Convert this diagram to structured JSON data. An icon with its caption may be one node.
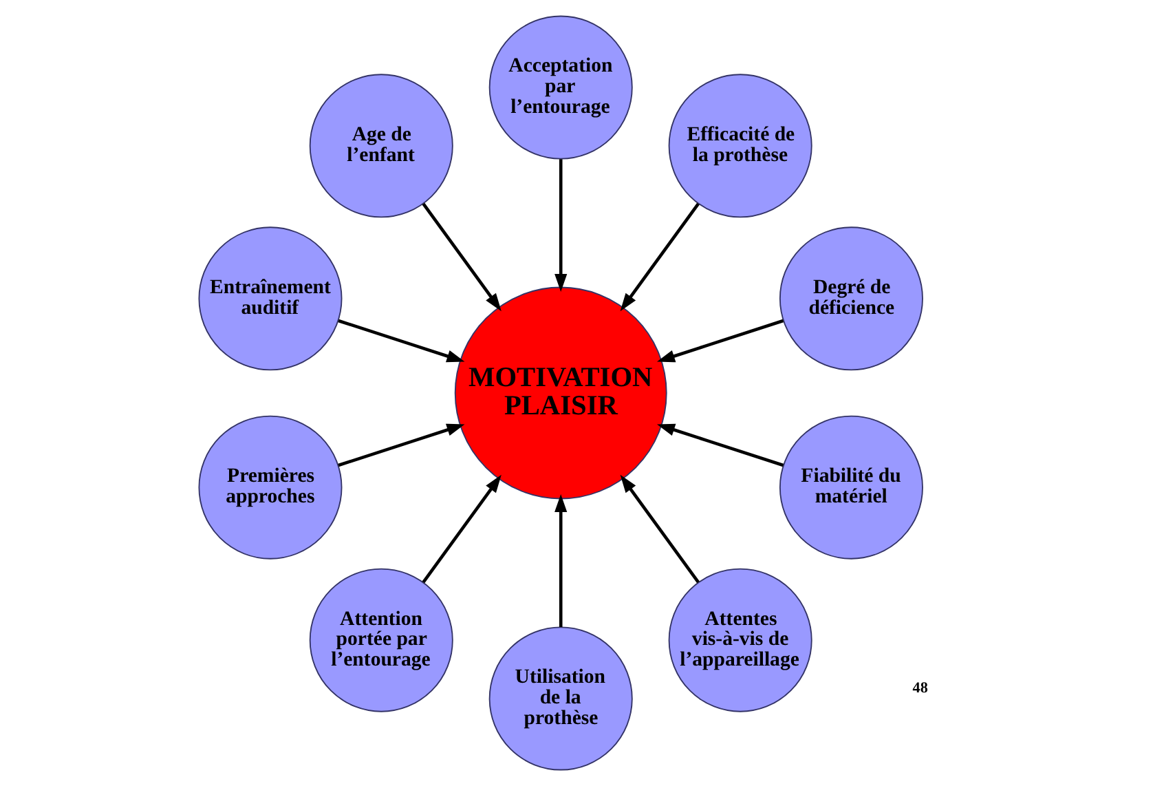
{
  "diagram": {
    "nodes": [
      {
        "text": [
          "MOTIVATION PLAISIR"
        ]
      },
      {
        "text": [
          "Degré de déficience"
        ]
      },
      {
        "text": [
          "Efficacité de la prothèse"
        ]
      },
      {
        "text": [
          "Acceptation par l’entourage"
        ]
      },
      {
        "text": [
          "Age de l’enfant"
        ]
      },
      {
        "text": [
          "Entraînement auditif"
        ]
      },
      {
        "text": [
          "Premières approches"
        ]
      },
      {
        "text": [
          "Attention portée par l’entourage"
        ]
      },
      {
        "text": [
          "Utilisation de la prothèse"
        ]
      },
      {
        "text": [
          "Attentes vis-à-vis de l’appareillage"
        ]
      },
      {
        "text": [
          "Fiabilité du matériel"
        ]
      }
    ],
    "edges": [
      {
        "from": 1,
        "to": 0,
        "arrow": "to"
      },
      {
        "from": 2,
        "to": 0,
        "arrow": "to"
      },
      {
        "from": 3,
        "to": 0,
        "arrow": "to"
      },
      {
        "from": 4,
        "to": 0,
        "arrow": "to"
      },
      {
        "from": 5,
        "to": 0,
        "arrow": "to"
      },
      {
        "from": 6,
        "to": 0,
        "arrow": "to"
      },
      {
        "from": 7,
        "to": 0,
        "arrow": "to"
      },
      {
        "from": 8,
        "to": 0,
        "arrow": "to"
      },
      {
        "from": 9,
        "to": 0,
        "arrow": "to"
      },
      {
        "from": 10,
        "to": 0,
        "arrow": "to"
      }
    ],
    "labels": [
      "48"
    ]
  }
}
